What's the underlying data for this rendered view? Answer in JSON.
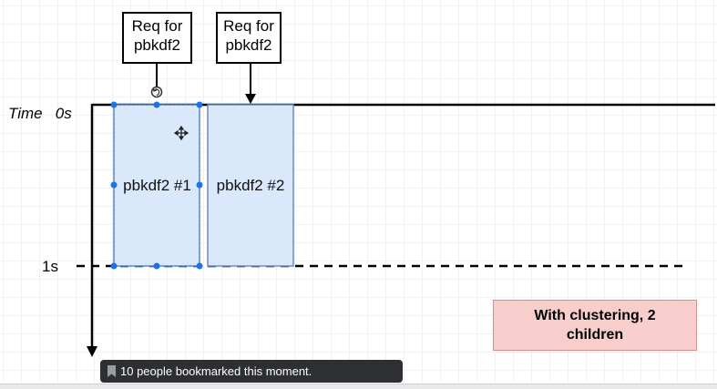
{
  "axis": {
    "time_label": "Time   0s",
    "one_second_label": "1s"
  },
  "requests": [
    {
      "line1": "Req for",
      "line2": "pbkdf2"
    },
    {
      "line1": "Req for",
      "line2": "pbkdf2"
    }
  ],
  "processes": [
    {
      "label": "pbkdf2 #1",
      "selected": true
    },
    {
      "label": "pbkdf2 #2",
      "selected": false
    }
  ],
  "note": {
    "line1": "With clustering, 2",
    "line2": "children"
  },
  "toast": {
    "text": "10 people bookmarked this moment.",
    "icon": "bookmark-icon"
  },
  "colors": {
    "process_fill": "#dae8fc",
    "process_stroke": "#6c8ebf",
    "note_fill": "#f8cecc",
    "selection_handle": "#1a73e8",
    "toast_bg": "#2d2f33"
  }
}
